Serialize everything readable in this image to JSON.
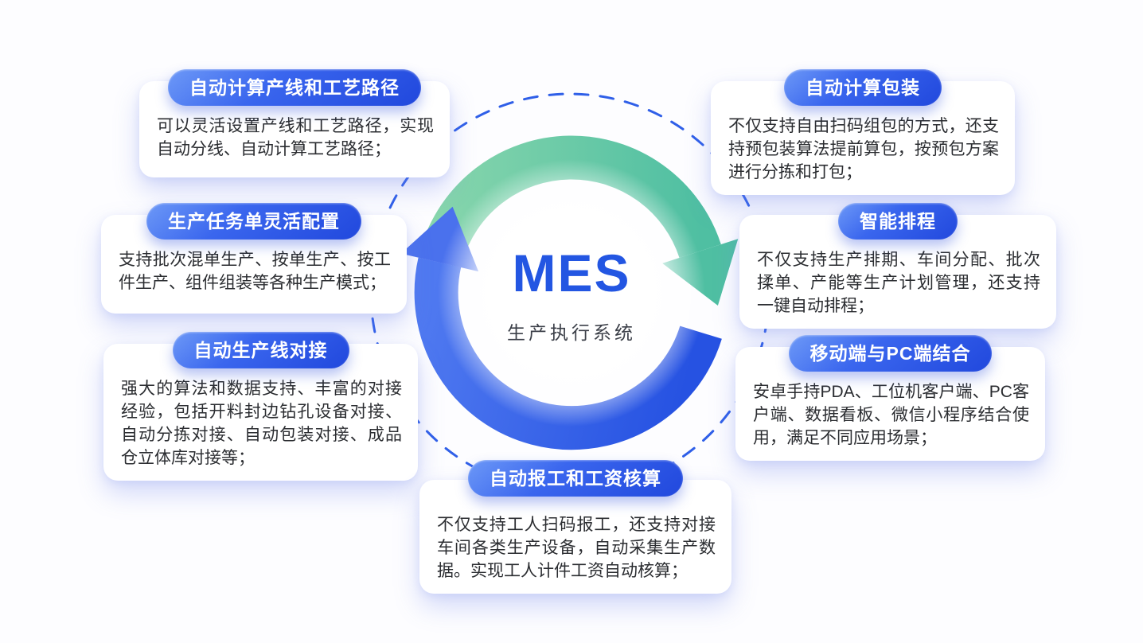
{
  "center": {
    "title": "MES",
    "subtitle": "生产执行系统"
  },
  "colors": {
    "pill_blue_light": "#6d99f7",
    "pill_blue_dark": "#2148dd",
    "arc_green_light": "#86d5ac",
    "arc_green_dark": "#4fbfa2",
    "arc_blue_light": "#4f79f0",
    "arc_blue_dark": "#2652e2",
    "dashed_circle": "#2f5fe8",
    "title_blue": "#2356e2",
    "subtitle_gray": "#3b3f48",
    "body_text": "#2b2d31",
    "card_bg": "#ffffff"
  },
  "cards": [
    {
      "label": "自动计算产线和工艺路径",
      "body": "可以灵活设置产线和工艺路径，实现自动分线、自动计算工艺路径；"
    },
    {
      "label": "生产任务单灵活配置",
      "body": "支持批次混单生产、按单生产、按工件生产、组件组装等各种生产模式；"
    },
    {
      "label": "自动生产线对接",
      "body": "强大的算法和数据支持、丰富的对接经验，包括开料封边钻孔设备对接、自动分拣对接、自动包装对接、成品仓立体库对接等；"
    },
    {
      "label": "自动计算包装",
      "body": "不仅支持自由扫码组包的方式，还支持预包装算法提前算包，按预包方案进行分拣和打包；"
    },
    {
      "label": "智能排程",
      "body": "不仅支持生产排期、车间分配、批次揉单、产能等生产计划管理，还支持一键自动排程；"
    },
    {
      "label": "移动端与PC端结合",
      "body": "安卓手持PDA、工位机客户端、PC客户端、数据看板、微信小程序结合使用，满足不同应用场景；"
    },
    {
      "label": "自动报工和工资核算",
      "body": "不仅支持工人扫码报工，还支持对接车间各类生产设备，自动采集生产数据。实现工人计件工资自动核算；"
    }
  ]
}
